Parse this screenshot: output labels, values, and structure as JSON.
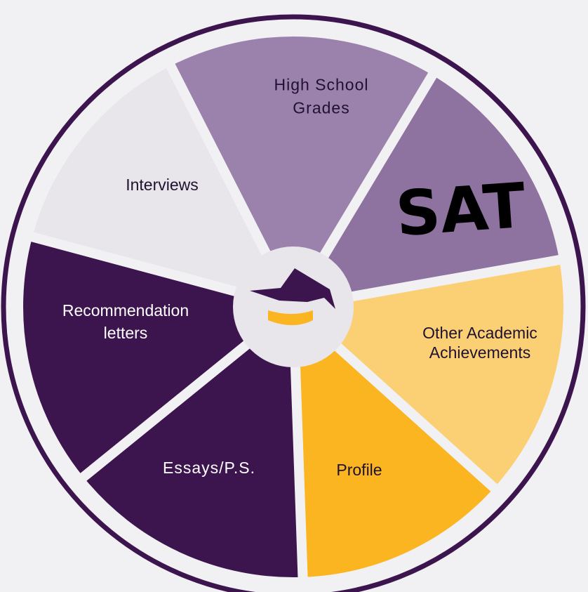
{
  "wheel": {
    "segments": [
      {
        "id": "high-school-grades",
        "lines": [
          "High School",
          "Grades"
        ],
        "fill": "#9b82ac",
        "text_color": "#1f1230"
      },
      {
        "id": "sat",
        "lines": [
          "SAT"
        ],
        "fill": "#8e729f",
        "text_color": "#000000"
      },
      {
        "id": "other-academic-achievements",
        "lines": [
          "Other Academic",
          "Achievements"
        ],
        "fill": "#fbd074",
        "text_color": "#1f1230"
      },
      {
        "id": "profile",
        "lines": [
          "Profile"
        ],
        "fill": "#fbb520",
        "text_color": "#1f1230"
      },
      {
        "id": "essays-ps",
        "lines": [
          "Essays/P.S."
        ],
        "fill": "#3d154e",
        "text_color": "#ffffff"
      },
      {
        "id": "recommendation-letters",
        "lines": [
          "Recommendation",
          "letters"
        ],
        "fill": "#3d154e",
        "text_color": "#ffffff"
      },
      {
        "id": "interviews",
        "lines": [
          "Interviews"
        ],
        "fill": "#e8e5eb",
        "text_color": "#1f1230"
      }
    ],
    "colors": {
      "outer_ring": "#3d154e",
      "separator": "#f1f0f2",
      "hub": "#e8e5eb",
      "cap": "#3d154e",
      "cap_band": "#fbb520"
    },
    "center_icon": "graduation-cap-icon"
  }
}
